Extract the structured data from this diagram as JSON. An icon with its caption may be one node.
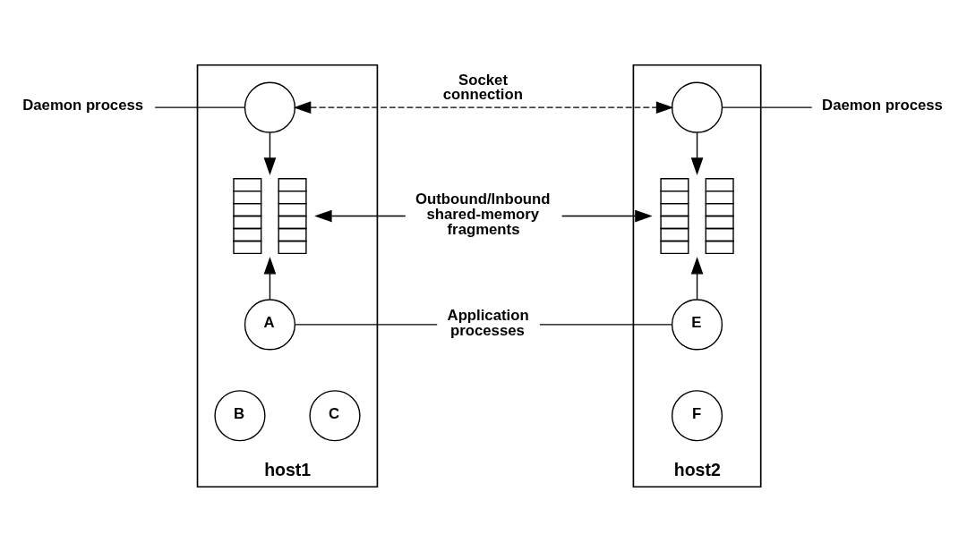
{
  "diagram": {
    "nodes": [
      {
        "text": [
          "host1"
        ]
      },
      {
        "text": [],
        "shape": "circle",
        "in": 0
      },
      {
        "text": [],
        "shape": "box",
        "in": 0
      },
      {
        "text": [
          "A"
        ],
        "in": 0
      },
      {
        "text": [
          "B"
        ],
        "in": 0
      },
      {
        "text": [
          "C"
        ],
        "in": 0
      },
      {
        "text": [
          "host2"
        ]
      },
      {
        "text": [],
        "shape": "circle",
        "in": 6
      },
      {
        "text": [],
        "shape": "box",
        "in": 6
      },
      {
        "text": [
          "E"
        ],
        "in": 6
      },
      {
        "text": [
          "F"
        ],
        "in": 6
      },
      {
        "text": [
          "Daemon process"
        ]
      },
      {
        "text": [
          "Daemon process"
        ]
      },
      {
        "text": [
          "Outbound/Inbound shared-memory fragments"
        ]
      },
      {
        "text": [
          "Application processes"
        ]
      }
    ],
    "edges": [
      {
        "from": 11,
        "to": 1,
        "arrow": "none"
      },
      {
        "from": 1,
        "to": 7,
        "arrow": "both",
        "style": "dashed",
        "label": "Socket connection"
      },
      {
        "from": 12,
        "to": 7,
        "arrow": "none"
      },
      {
        "from": 1,
        "to": 2,
        "arrow": "to"
      },
      {
        "from": 7,
        "to": 8,
        "arrow": "to"
      },
      {
        "from": 13,
        "to": 2,
        "arrow": "to"
      },
      {
        "from": 13,
        "to": 8,
        "arrow": "to"
      },
      {
        "from": 3,
        "to": 2,
        "arrow": "to"
      },
      {
        "from": 9,
        "to": 8,
        "arrow": "to"
      },
      {
        "from": 14,
        "to": 3,
        "arrow": "none"
      },
      {
        "from": 14,
        "to": 9,
        "arrow": "none"
      }
    ]
  }
}
